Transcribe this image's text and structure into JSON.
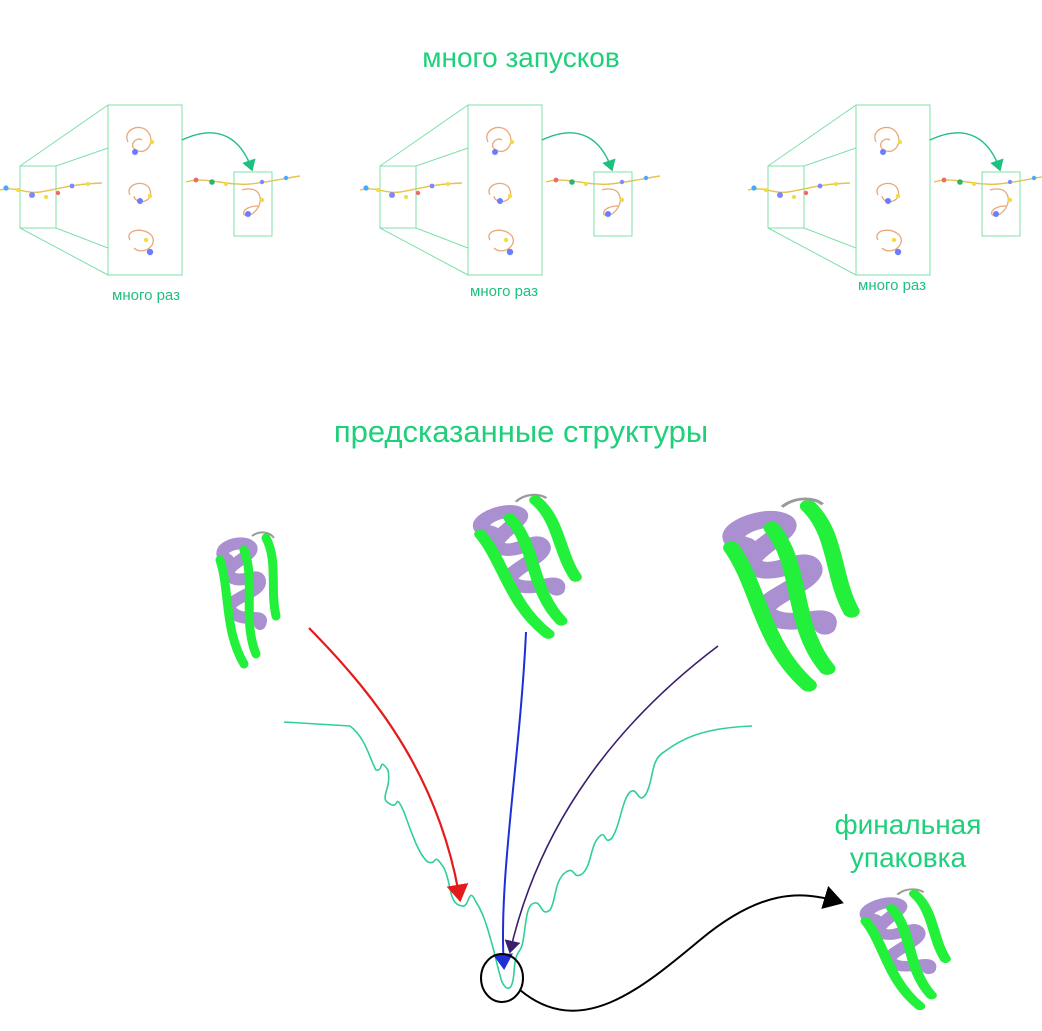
{
  "titles": {
    "top": "много запусков",
    "middle": "предсказанные структуры",
    "final_line1": "финальная",
    "final_line2": "упаковка"
  },
  "runs": [
    {
      "label": "много раз"
    },
    {
      "label": "много раз"
    },
    {
      "label": "много раз"
    }
  ],
  "colors": {
    "label_green": "#1fd07a",
    "box_green": "#6fdca0",
    "strand_green": "#22f03a",
    "helix_purple": "#9b7cc8",
    "landscape": "#2fcf9a",
    "arrow_red": "#e41b1b",
    "arrow_blue": "#1d2fd6",
    "arrow_purple": "#3b1e6e",
    "arrow_black": "#000000"
  },
  "icons": [
    "funnel-landscape",
    "protein-structure",
    "sequence-chain"
  ]
}
